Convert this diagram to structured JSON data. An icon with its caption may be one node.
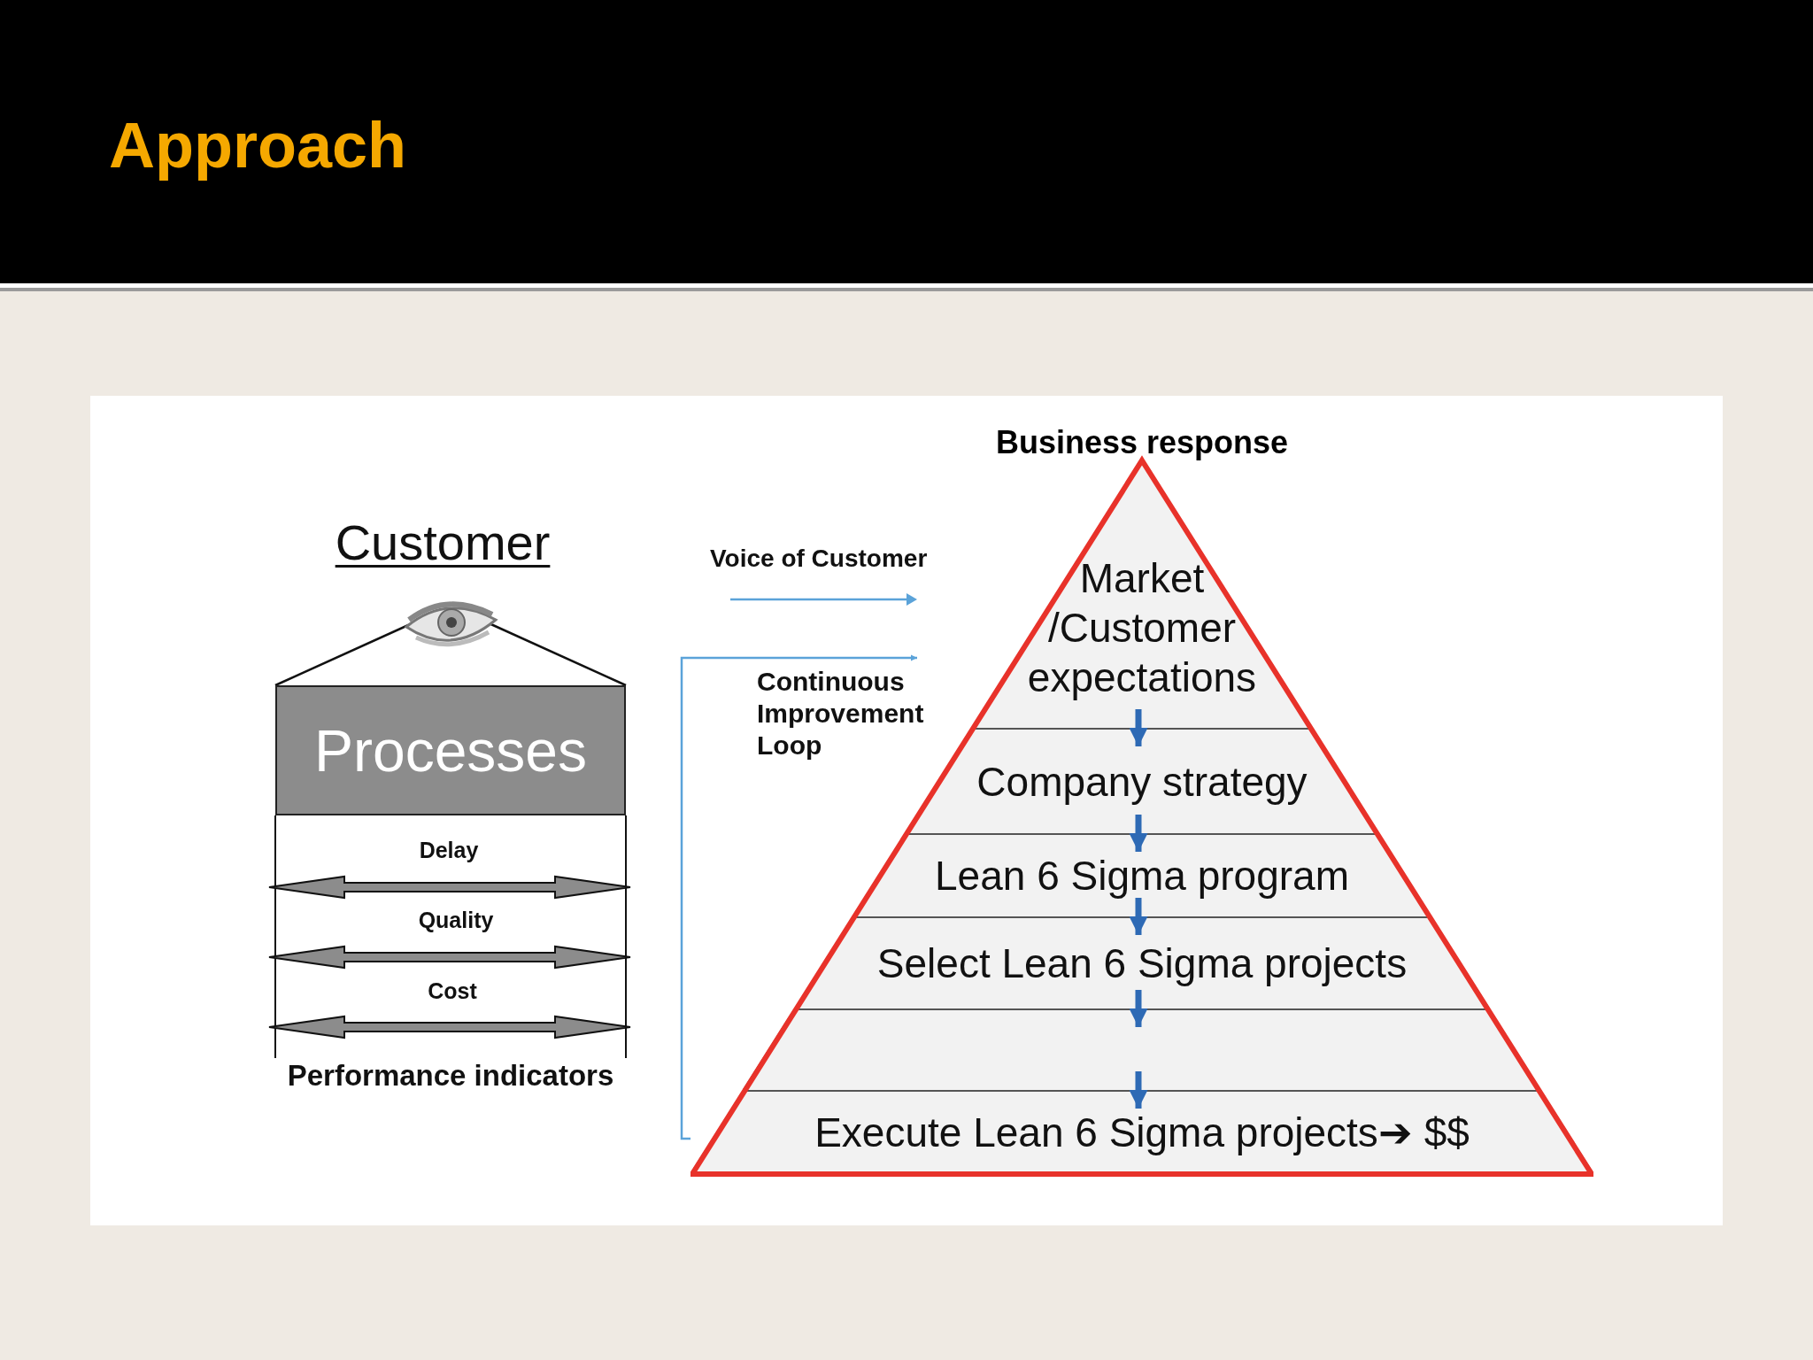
{
  "diagram": {
    "title": "Approach",
    "nodes": [
      {
        "text": [
          "Processes"
        ]
      },
      {
        "text": [
          "Business response"
        ]
      },
      {
        "text": [
          "Market /Customer expectations"
        ],
        "in": 1
      },
      {
        "text": [
          "Company strategy"
        ],
        "in": 1
      },
      {
        "text": [
          "Lean 6 Sigma program"
        ],
        "in": 1
      },
      {
        "text": [
          "Select Lean 6 Sigma projects"
        ],
        "in": 1
      },
      {
        "text": [],
        "shape": "band",
        "in": 1
      },
      {
        "text": [
          "Execute Lean 6 Sigma projects➔ $$"
        ],
        "in": 1
      }
    ],
    "edges": [
      {
        "from": 2,
        "to": 3,
        "arrow": "to"
      },
      {
        "from": 3,
        "to": 4,
        "arrow": "to"
      },
      {
        "from": 4,
        "to": 5,
        "arrow": "to"
      },
      {
        "from": 5,
        "to": 6,
        "arrow": "to"
      },
      {
        "from": 6,
        "to": 7,
        "arrow": "to"
      },
      {
        "from": 7,
        "to": null,
        "arrow": "to",
        "label": "Continuous Improvement Loop",
        "color": "#5ba3d9"
      }
    ],
    "labels": [
      "Customer",
      "Delay",
      "Quality",
      "Cost",
      "Performance indicators",
      "Voice of Customer"
    ]
  }
}
